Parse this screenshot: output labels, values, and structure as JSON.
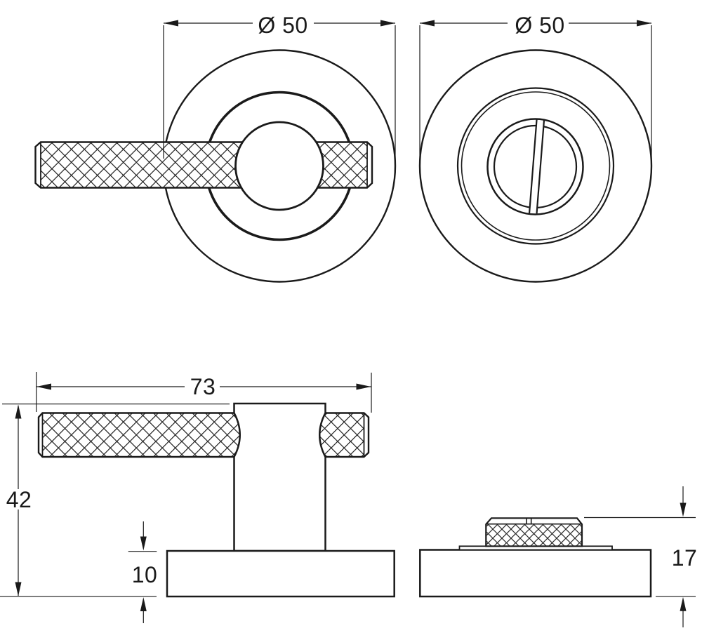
{
  "drawing": {
    "title": "Knurled thumbturn and coin release - dimensioned technical drawing",
    "line_color": "#1a1a1a",
    "background_color": "#ffffff",
    "views": {
      "front_turn": {
        "diameter": "Ø 50"
      },
      "front_release": {
        "diameter": "Ø 50"
      },
      "side_turn": {
        "bar_length": "73",
        "overall_height": "42",
        "rose_thickness": "10"
      },
      "side_release": {
        "overall_projection": "17"
      }
    }
  }
}
